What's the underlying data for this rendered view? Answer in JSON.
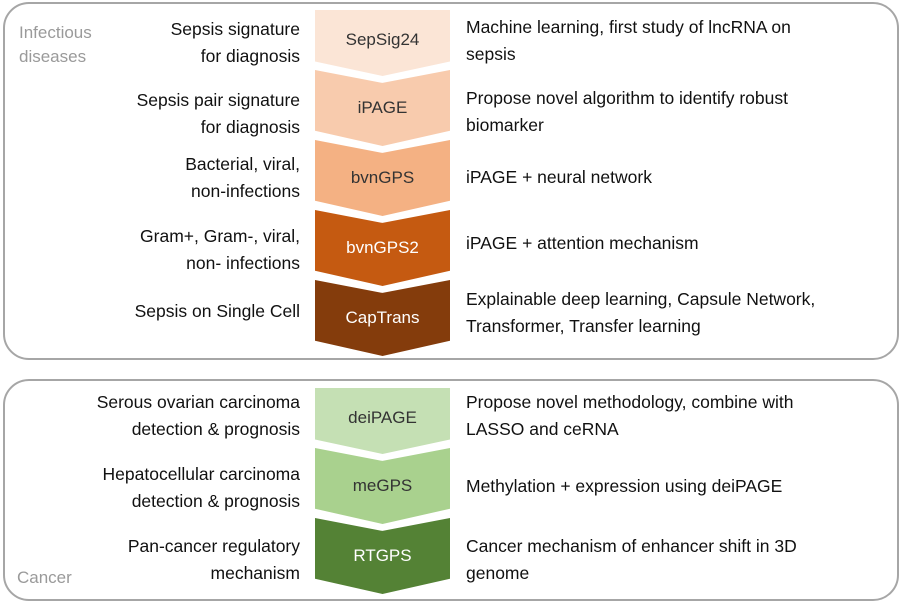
{
  "groups": {
    "infectious": "Infectious\ndiseases",
    "cancer": "Cancer"
  },
  "steps": [
    {
      "method": "SepSig24",
      "task": "Sepsis signature\nfor diagnosis",
      "description": "Machine learning, first study of lncRNA on\nsepsis",
      "color": "#fbe5d6",
      "text_color": "#333333"
    },
    {
      "method": "iPAGE",
      "task": "Sepsis pair signature\nfor diagnosis",
      "description": "Propose novel algorithm to identify robust\nbiomarker",
      "color": "#f8cbad",
      "text_color": "#333333"
    },
    {
      "method": "bvnGPS",
      "task": "Bacterial, viral,\nnon-infections",
      "description": "iPAGE + neural network",
      "color": "#f4b183",
      "text_color": "#333333"
    },
    {
      "method": "bvnGPS2",
      "task": "Gram+, Gram-, viral,\nnon- infections",
      "description": "iPAGE + attention mechanism",
      "color": "#c55a11",
      "text_color": "#ffffff"
    },
    {
      "method": "CapTrans",
      "task": "Sepsis on Single Cell",
      "description": "Explainable deep learning, Capsule Network,\nTransformer, Transfer learning",
      "color": "#843c0c",
      "text_color": "#ffffff"
    },
    {
      "method": "deiPAGE",
      "task": "Serous ovarian carcinoma\ndetection & prognosis",
      "description": "Propose novel methodology, combine with\nLASSO and ceRNA",
      "color": "#c5e0b4",
      "text_color": "#333333"
    },
    {
      "method": "meGPS",
      "task": "Hepatocellular carcinoma\ndetection & prognosis",
      "description": "Methylation + expression using deiPAGE",
      "color": "#a9d18e",
      "text_color": "#333333"
    },
    {
      "method": "RTGPS",
      "task": "Pan-cancer regulatory\nmechanism",
      "description": "Cancer mechanism of enhancer shift in 3D\ngenome",
      "color": "#548235",
      "text_color": "#ffffff"
    }
  ]
}
